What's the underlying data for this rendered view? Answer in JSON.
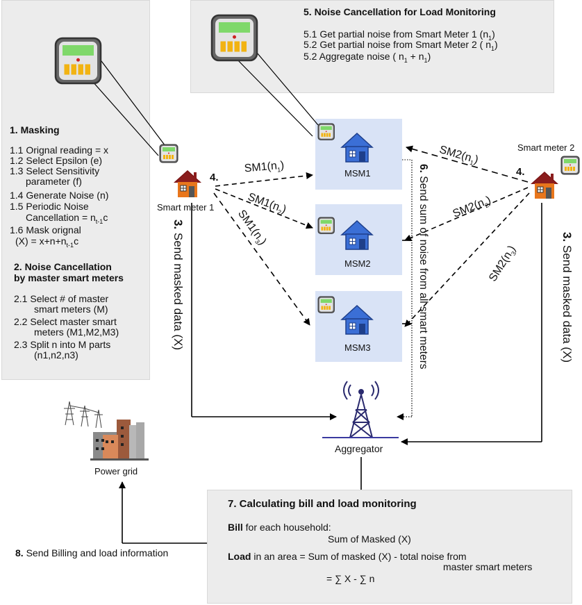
{
  "step1": {
    "title": "1. Masking",
    "items": [
      "1.1 Orignal reading = x",
      "1.2 Select Epsilon (e)",
      "1.3 Select Sensitivity",
      "parameter (f)",
      "1.4 Generate Noise (n)",
      "1.5 Periodic Noise",
      "Cancellation = n",
      "t-1",
      "c",
      "1.6 Mask orignal",
      "(X) =  x+n+n",
      "t-1",
      "c"
    ]
  },
  "step2": {
    "title1": "2. Noise Cancellation",
    "title2": "by master smart meters",
    "items": [
      "2.1 Select # of master",
      "smart meters (M)",
      "2.2 Select master smart",
      "meters (M1,M2,M3)",
      "2.3 Split n into M parts",
      "(n1,n2,n3)"
    ]
  },
  "step5": {
    "title": "5. Noise Cancellation for Load Monitoring",
    "items": [
      "5.1 Get partial noise from Smart Meter 1 (n",
      "1",
      ")",
      "5.2 Get partial noise from Smart Meter 2 ( n",
      "1",
      ")",
      "5.2 Aggregate noise ( n",
      "1",
      " + n",
      "1",
      ")"
    ]
  },
  "step7": {
    "title": "7. Calculating bill and load monitoring",
    "bill_bold": "Bill",
    "bill_rest": " for each household:",
    "bill_formula": "Sum of Masked (X)",
    "load_bold": "Load",
    "load_rest": " in an area = Sum of masked (X) - total noise from",
    "load_rest2": "master smart meters",
    "load_formula": "= ∑ X - ∑ n"
  },
  "step8": {
    "num": "8.",
    "text": " Send Billing and load information"
  },
  "step3_left": {
    "num": "3.",
    "text": " Send masked data (X)"
  },
  "step3_right": {
    "num": "3.",
    "text": " Send masked data (X)"
  },
  "step6": {
    "num": "6.",
    "text": " Send sum of noise from all smart meters"
  },
  "step4_left": "4.",
  "step4_right": "4.",
  "smart_meter_1": "Smart meter 1",
  "smart_meter_2": "Smart meter 2",
  "msm_labels": [
    "MSM1",
    "MSM2",
    "MSM3"
  ],
  "aggregator": "Aggregator",
  "power_grid": "Power grid",
  "edges": {
    "sm1": [
      "SM1(n",
      "1",
      ")",
      "SM1(n",
      "2",
      ")",
      "SM1(n",
      "3",
      ")"
    ],
    "sm2": [
      "SM2(n",
      "1",
      ")",
      "SM2(n",
      "2",
      ")",
      "SM2(n",
      "3",
      ")"
    ]
  },
  "colors": {
    "panel": "#ececec",
    "msm_bg": "#d9e3f6",
    "house_blue": "#3b6fd6",
    "house_roof": "#8b1d1d",
    "house_wall": "#e8761c"
  }
}
